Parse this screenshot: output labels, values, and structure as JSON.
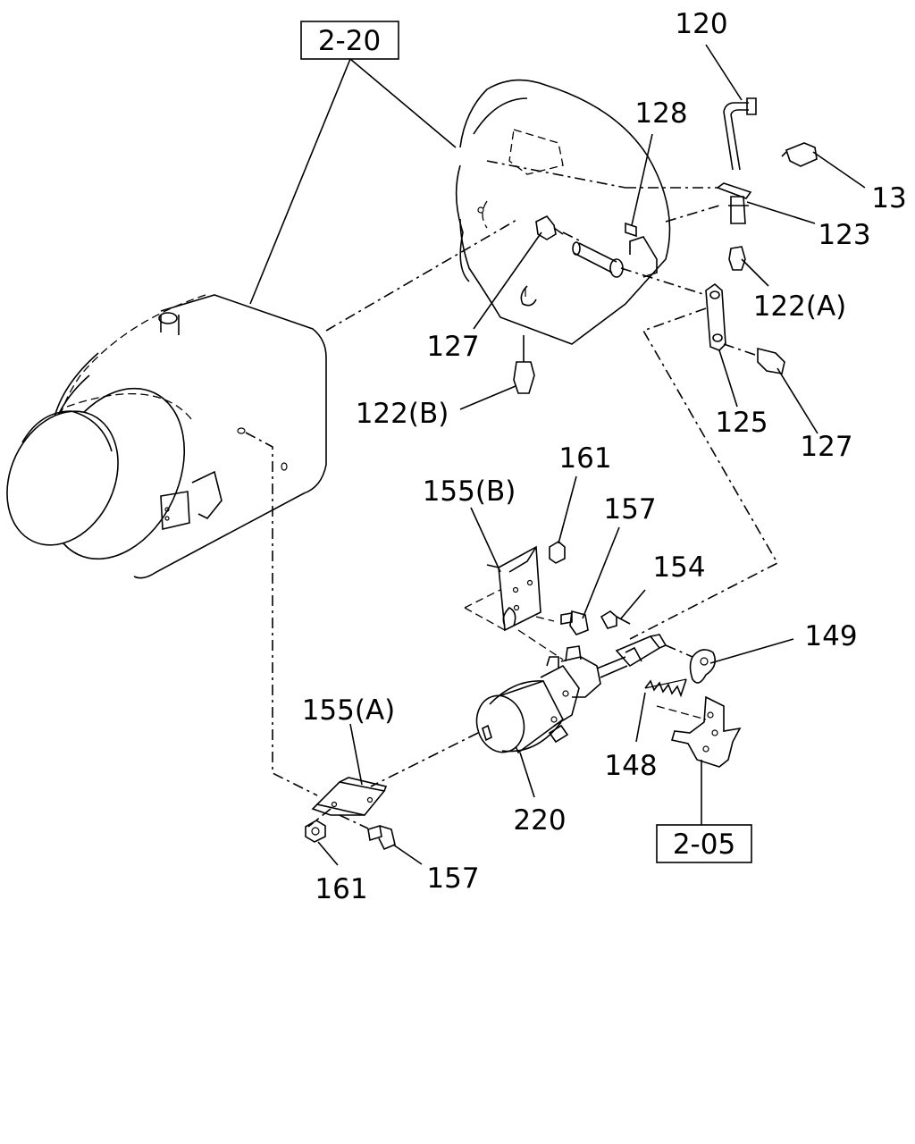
{
  "callouts": {
    "ref_2_20": "2-20",
    "ref_2_05": "2-05",
    "p120": "120",
    "p128": "128",
    "p13": "13",
    "p123": "123",
    "p122a": "122(A)",
    "p127_top": "127",
    "p122b": "122(B)",
    "p125": "125",
    "p127_right": "127",
    "p161_top": "161",
    "p155b": "155(B)",
    "p157_top": "157",
    "p154": "154",
    "p149": "149",
    "p155a": "155(A)",
    "p148": "148",
    "p220": "220",
    "p161_bottom": "161",
    "p157_bottom": "157"
  }
}
